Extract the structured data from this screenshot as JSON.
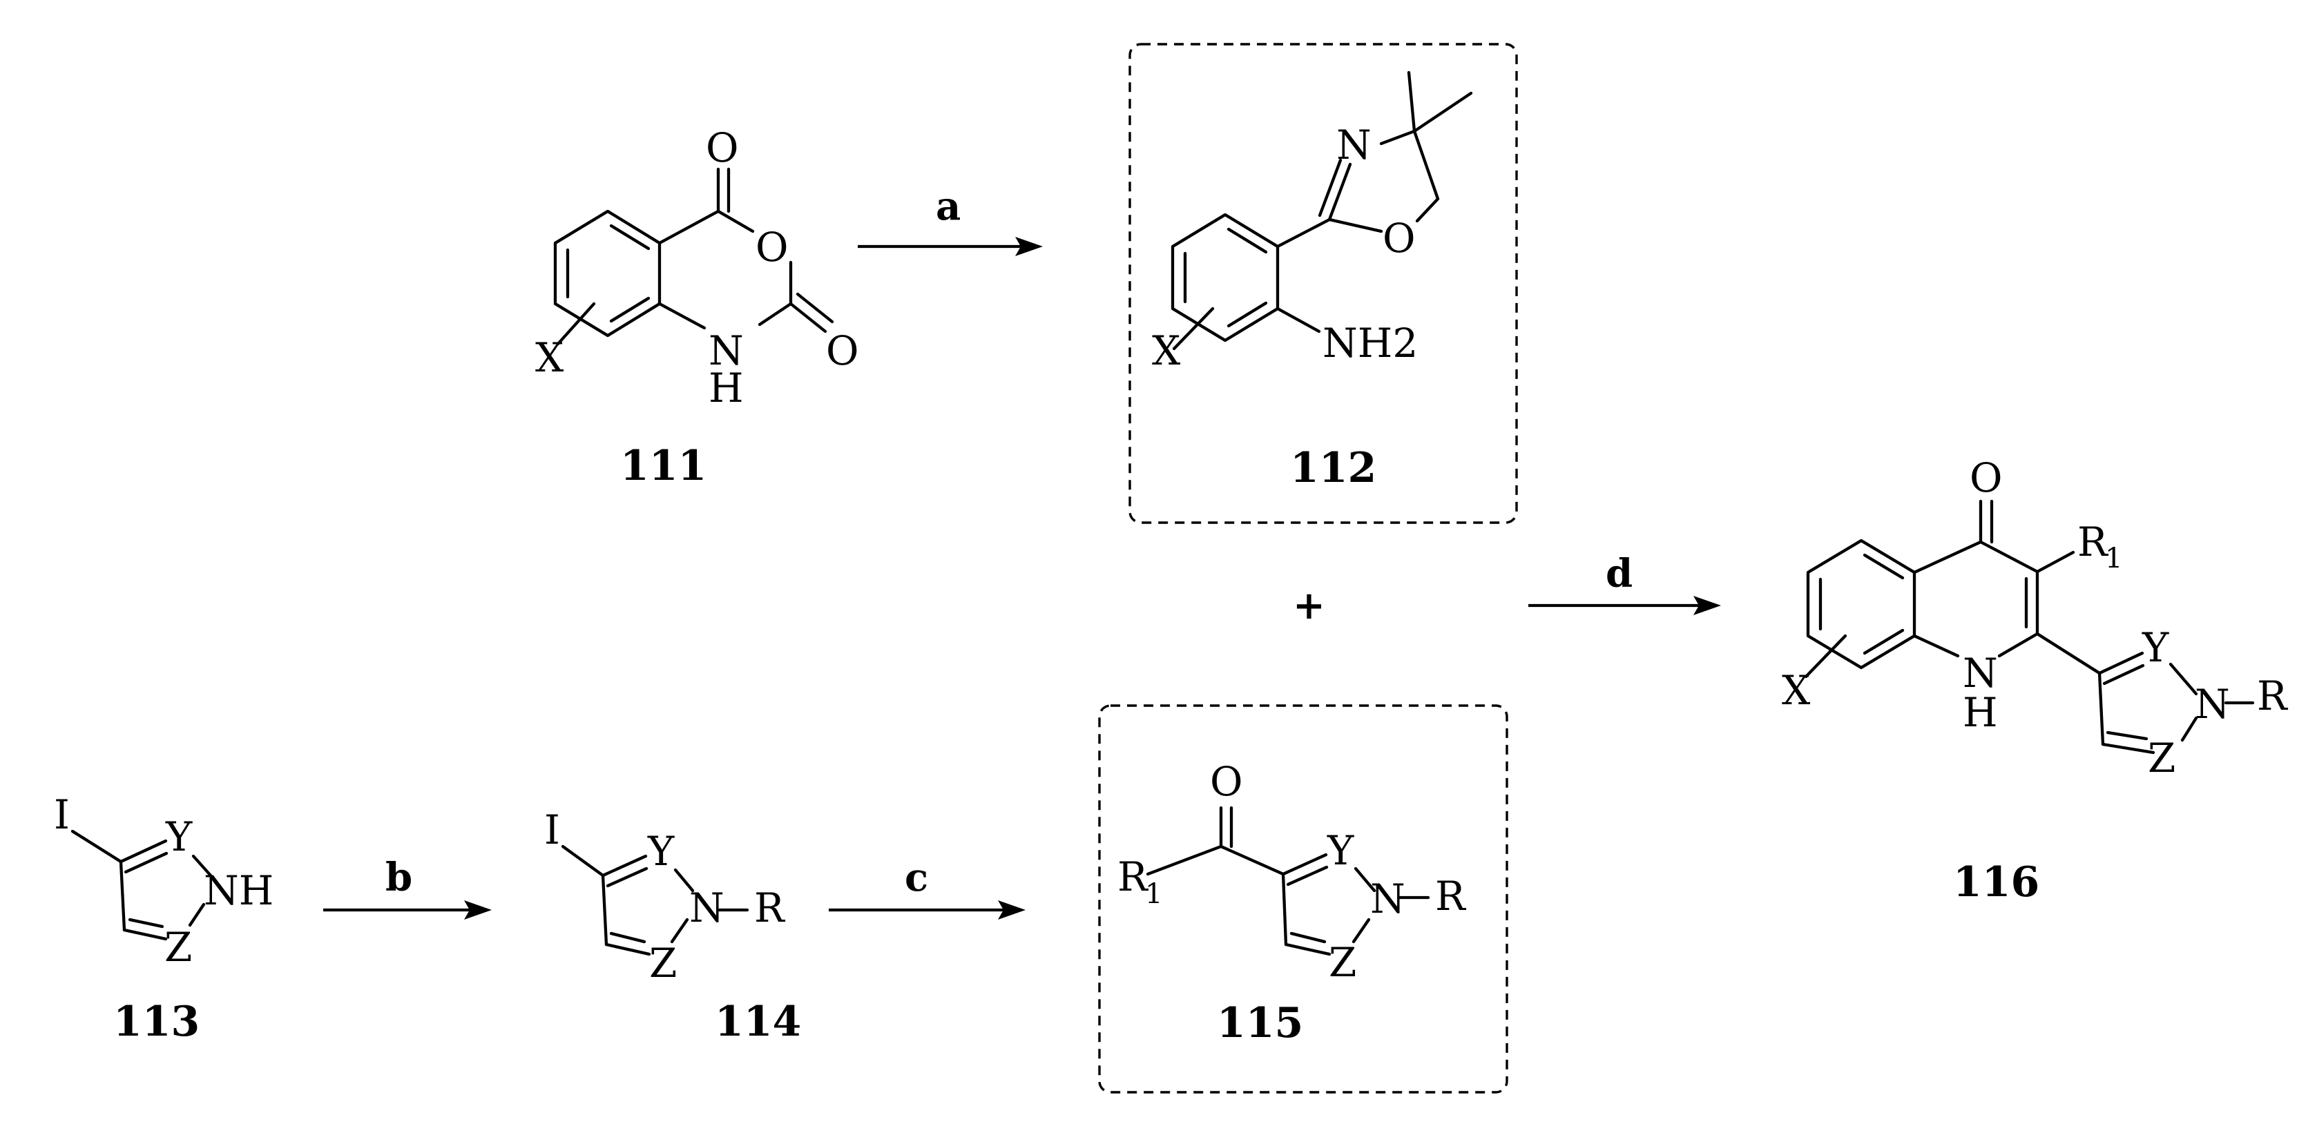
{
  "atoms": {
    "O": "O",
    "N": "N",
    "H": "H",
    "NH": "NH",
    "NH2": "NH2",
    "X": "X",
    "Y": "Y",
    "Z": "Z",
    "I": "I",
    "R": "R",
    "R1_base": "R",
    "R1_sub": "1",
    "NR": "N–R"
  },
  "compounds": {
    "c111": "111",
    "c112": "112",
    "c113": "113",
    "c114": "114",
    "c115": "115",
    "c116": "116"
  },
  "reagents": {
    "a": "a",
    "b": "b",
    "c": "c",
    "d": "d"
  },
  "plus": "+"
}
